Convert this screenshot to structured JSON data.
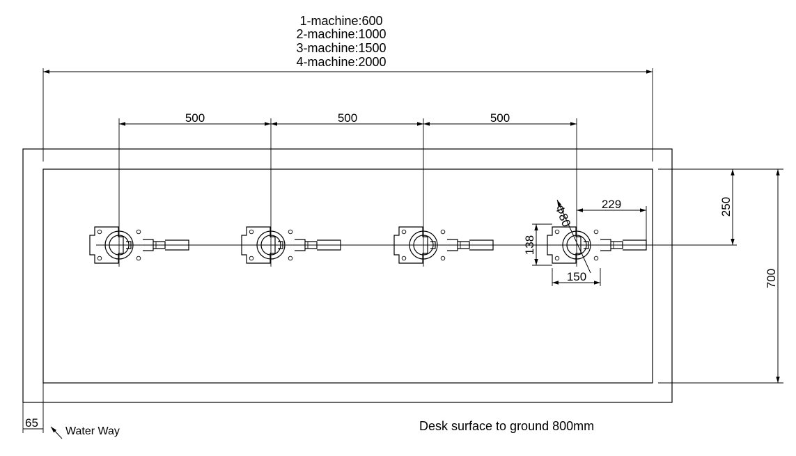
{
  "header_notes": [
    "1-machine:600",
    "2-machine:1000",
    "3-machine:1500",
    "4-machine:2000"
  ],
  "spacing_dims": [
    "500",
    "500",
    "500"
  ],
  "machine_dims": {
    "diameter": "Φ80",
    "outlet_length": "229",
    "flange_height": "138",
    "flange_width": "150"
  },
  "side_dims": {
    "center_offset": "250",
    "table_depth": "700"
  },
  "edge_dim": "65",
  "water_way_label": "Water Way",
  "desk_note": "Desk surface to ground 800mm",
  "machines": [
    {
      "label": ""
    },
    {
      "label": ""
    },
    {
      "label": ""
    },
    {
      "label": ""
    }
  ]
}
